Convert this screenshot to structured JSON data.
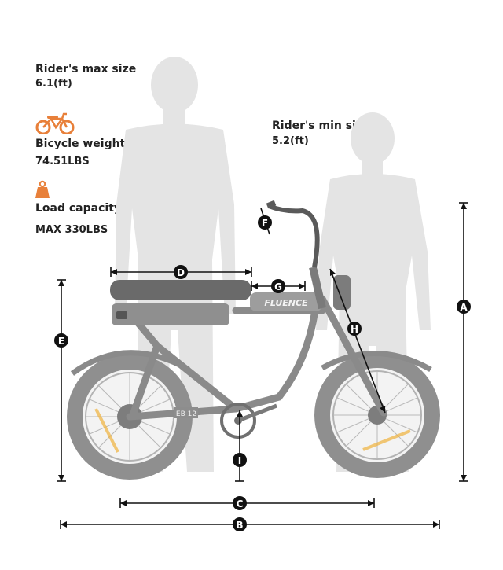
{
  "rider_max": {
    "label": "Rider's max size",
    "value": "6.1(ft)"
  },
  "rider_min": {
    "label": "Rider's min size",
    "value": "5.2(ft)"
  },
  "bicycle_weight": {
    "label": "Bicycle weight",
    "value": "74.51LBS",
    "icon": "bicycle-icon"
  },
  "load_capacity": {
    "label": "Load capacity",
    "value": "MAX 330LBS",
    "icon": "weight-icon"
  },
  "brand": "FLUENCE",
  "frame_mark": "EB 12",
  "markers": {
    "A": "A",
    "B": "B",
    "C": "C",
    "D": "D",
    "E": "E",
    "F": "F",
    "G": "G",
    "H": "H",
    "I": "I"
  },
  "colors": {
    "accent": "#e8803a",
    "silhouette": "#e3e3e3",
    "bike_gray": "#9b9b9b",
    "bike_dark": "#6f6f6f",
    "marker": "#111111"
  }
}
